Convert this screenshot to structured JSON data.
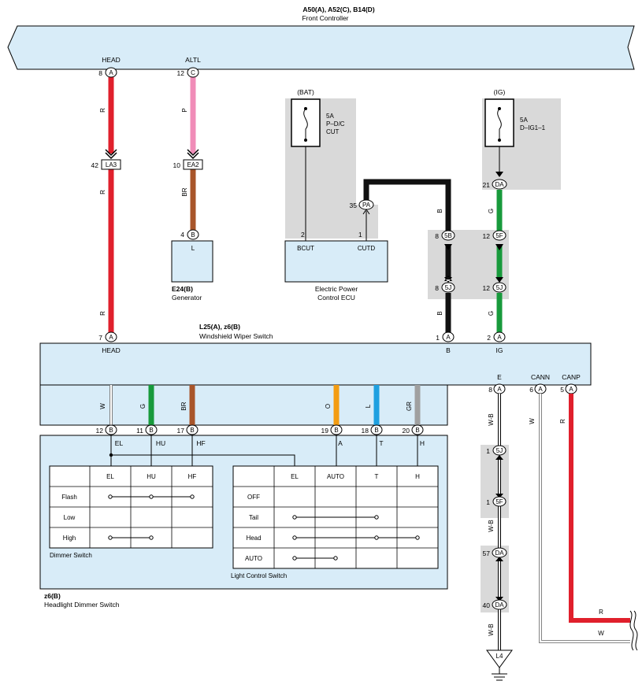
{
  "front_controller": {
    "codes": "A50(A), A52(C), B14(D)",
    "name": "Front Controller",
    "pins": [
      {
        "label": "HEAD",
        "num": "8",
        "conn": "A"
      },
      {
        "label": "ALTL",
        "num": "12",
        "conn": "C"
      }
    ]
  },
  "wires": {
    "head_color": "R",
    "altl_color": "P",
    "altl_lower_color": "BR",
    "cutd_color": "B",
    "ig_color": "G",
    "w_b": "W-B",
    "cann_color": "W",
    "canp_color": "R"
  },
  "junctions": {
    "la3": {
      "num": "42",
      "label": "LA3"
    },
    "ea2": {
      "num": "10",
      "label": "EA2"
    }
  },
  "generator": {
    "code": "E24(B)",
    "name": "Generator",
    "pin_num": "4",
    "pin_conn": "B",
    "terminal": "L"
  },
  "ecu": {
    "bat_label": "(BAT)",
    "fuse": "5A\nP-D/C\nCUT",
    "fuse_l1": "5A",
    "fuse_l2": "P–D/C",
    "fuse_l3": "CUT",
    "bcut_num": "2",
    "cutd_num": "1",
    "bcut": "BCUT",
    "cutd": "CUTD",
    "name_l1": "Electric Power",
    "name_l2": "Control ECU",
    "pa_num": "35",
    "pa": "PA"
  },
  "ig": {
    "label": "(IG)",
    "fuse_l1": "5A",
    "fuse_l2": "D–IG1–1",
    "da_num": "21",
    "da": "DA"
  },
  "connectors": {
    "c5b_num": "8",
    "c5b": "5B",
    "c5f_num": "12",
    "c5f": "5F",
    "c5j_num": "8",
    "c5j": "5J",
    "c5j2_num": "12",
    "c5j2": "5J"
  },
  "wiper": {
    "code": "L25(A), z6(B)",
    "name": "Windshield Wiper Switch",
    "head_num": "7",
    "head_conn": "A",
    "head": "HEAD",
    "b_num": "1",
    "b_conn": "A",
    "b": "B",
    "ig_num": "2",
    "ig_conn": "A",
    "ig": "IG",
    "e": "E",
    "cann": "CANN",
    "canp": "CANP",
    "e_num": "8",
    "e_conn": "A",
    "cann_num": "6",
    "cann_conn": "A",
    "canp_num": "5",
    "canp_conn": "A"
  },
  "inner_wires": [
    {
      "color": "W",
      "num": "12",
      "conn": "B",
      "sig": "EL"
    },
    {
      "color": "G",
      "num": "11",
      "conn": "B",
      "sig": "HU"
    },
    {
      "color": "BR",
      "num": "17",
      "conn": "B",
      "sig": "HF"
    },
    {
      "color": "O",
      "num": "19",
      "conn": "B",
      "sig": "A"
    },
    {
      "color": "L",
      "num": "18",
      "conn": "B",
      "sig": "T"
    },
    {
      "color": "GR",
      "num": "20",
      "conn": "B",
      "sig": "H"
    }
  ],
  "dimmer": {
    "title": "Dimmer Switch",
    "headers": [
      "EL",
      "HU",
      "HF"
    ],
    "rows": [
      "Flash",
      "Low",
      "High"
    ]
  },
  "light_control": {
    "title": "Light Control Switch",
    "headers": [
      "EL",
      "AUTO",
      "T",
      "H"
    ],
    "rows": [
      "OFF",
      "Tail",
      "Head",
      "AUTO"
    ]
  },
  "headlight_dimmer": {
    "code": "z6(B)",
    "name": "Headlight Dimmer Switch"
  },
  "ground_path": [
    {
      "num": "1",
      "conn": "5J"
    },
    {
      "num": "1",
      "conn": "5F"
    },
    {
      "num": "57",
      "conn": "DA"
    },
    {
      "num": "40",
      "conn": "DA"
    }
  ],
  "ground": "L4",
  "colors": {
    "panel": "#d8ecf8",
    "shade": "#d9d9d9",
    "red": "#e0202c",
    "pink": "#f08cb8",
    "brown": "#a8552a",
    "green": "#189a3c",
    "orange": "#f39c12",
    "blue": "#1ea0e0",
    "gray": "#a0a0a0",
    "black": "#111111"
  }
}
